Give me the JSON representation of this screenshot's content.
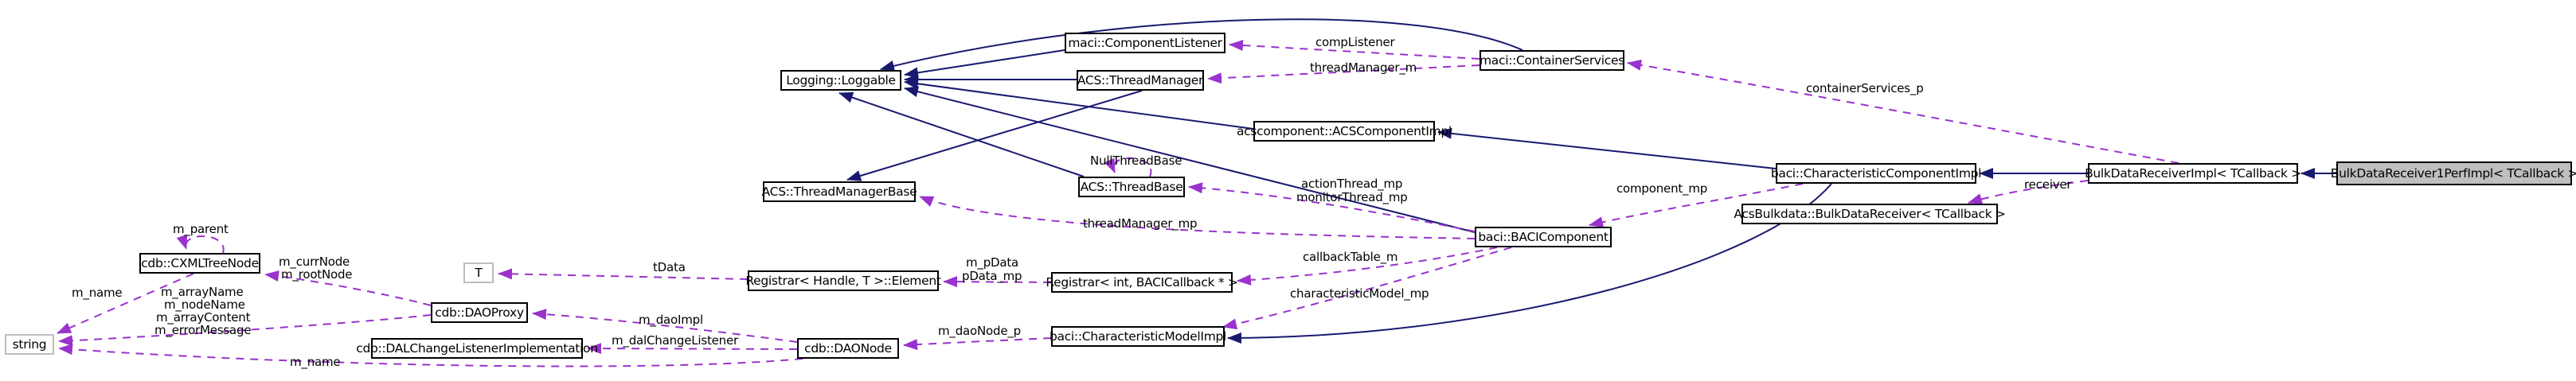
{
  "diagram": {
    "type": "collaboration-graph",
    "colors": {
      "inheritance_edge": "#191970",
      "usage_edge": "#9a32cd",
      "node_fill": "#ffffff",
      "node_border": "#000000",
      "focus_node_fill": "#bfbfbf",
      "template_node_border": "#bebebe",
      "background": "#ffffff"
    },
    "nodes": {
      "loggable": {
        "label": "Logging::Loggable"
      },
      "componentListener": {
        "label": "maci::ComponentListener"
      },
      "threadManager": {
        "label": "ACS::ThreadManager"
      },
      "containerServices": {
        "label": "maci::ContainerServices"
      },
      "acsComponentImpl": {
        "label": "acscomponent::ACSComponentImpl"
      },
      "threadManagerBase": {
        "label": "ACS::ThreadManagerBase"
      },
      "threadBase": {
        "label": "ACS::ThreadBase"
      },
      "charCompImpl": {
        "label": "baci::CharacteristicComponentImpl"
      },
      "bulkRecvImpl": {
        "label": "BulkDataReceiverImpl< TCallback >"
      },
      "bulkRecv1Perf": {
        "label": "BulkDataReceiver1PerfImpl< TCallback >"
      },
      "acsBulkdata": {
        "label": "AcsBulkdata::BulkDataReceiver< TCallback >"
      },
      "baciComponent": {
        "label": "baci::BACIComponent"
      },
      "cxmlTreeNode": {
        "label": "cdb::CXMLTreeNode"
      },
      "tParam": {
        "label": "T"
      },
      "regHandleElement": {
        "label": "Registrar< Handle, T >::Element"
      },
      "regIntCallback": {
        "label": "Registrar< int, BACICallback * >"
      },
      "daoProxy": {
        "label": "cdb::DAOProxy"
      },
      "charModelImpl": {
        "label": "baci::CharacteristicModelImpl"
      },
      "dalChangeImpl": {
        "label": "cdb::DALChangeListenerImplementation"
      },
      "daoNode": {
        "label": "cdb::DAONode"
      },
      "stringNode": {
        "label": "string"
      }
    },
    "edge_labels": {
      "compListener": "compListener",
      "threadManager_m": "threadManager_m",
      "containerServices_p": "containerServices_p",
      "NullThreadBase": "NullThreadBase",
      "actionThread_mp": "actionThread_mp",
      "monitorThread_mp": "monitorThread_mp",
      "component_mp": "component_mp",
      "receiver": "receiver",
      "threadManager_mp": "threadManager_mp",
      "callbackTable_m": "callbackTable_m",
      "characteristicModel_mp": "characteristicModel_mp",
      "m_pData": "m_pData",
      "pData_mp": "pData_mp",
      "tData": "tData",
      "m_daoImpl": "m_daoImpl",
      "m_dalChangeListener": "m_dalChangeListener",
      "m_daoNode_p": "m_daoNode_p",
      "m_parent": "m_parent",
      "m_currNode": "m_currNode",
      "m_rootNode": "m_rootNode",
      "m_name": "m_name",
      "m_arrayName": "m_arrayName",
      "m_nodeName": "m_nodeName",
      "m_arrayContent": "m_arrayContent",
      "m_errorMessage": "m_errorMessage"
    },
    "relations": [
      {
        "from": "BulkDataReceiver1PerfImpl< TCallback >",
        "to": "BulkDataReceiverImpl< TCallback >",
        "type": "inheritance"
      },
      {
        "from": "BulkDataReceiverImpl< TCallback >",
        "to": "baci::CharacteristicComponentImpl",
        "type": "inheritance"
      },
      {
        "from": "baci::CharacteristicComponentImpl",
        "to": "acscomponent::ACSComponentImpl",
        "type": "inheritance"
      },
      {
        "from": "baci::CharacteristicComponentImpl",
        "to": "baci::CharacteristicModelImpl",
        "type": "inheritance"
      },
      {
        "from": "acscomponent::ACSComponentImpl",
        "to": "Logging::Loggable",
        "type": "inheritance"
      },
      {
        "from": "maci::ComponentListener",
        "to": "Logging::Loggable",
        "type": "inheritance"
      },
      {
        "from": "ACS::ThreadManager",
        "to": "Logging::Loggable",
        "type": "inheritance"
      },
      {
        "from": "maci::ContainerServices",
        "to": "Logging::Loggable",
        "type": "inheritance"
      },
      {
        "from": "baci::BACIComponent",
        "to": "Logging::Loggable",
        "type": "inheritance"
      },
      {
        "from": "ACS::ThreadBase",
        "to": "Logging::Loggable",
        "type": "inheritance"
      },
      {
        "from": "ACS::ThreadManager",
        "to": "ACS::ThreadManagerBase",
        "type": "inheritance"
      },
      {
        "from": "maci::ContainerServices",
        "to": "maci::ComponentListener",
        "type": "usage",
        "label": "compListener"
      },
      {
        "from": "maci::ContainerServices",
        "to": "ACS::ThreadManager",
        "type": "usage",
        "label": "threadManager_m"
      },
      {
        "from": "BulkDataReceiverImpl< TCallback >",
        "to": "maci::ContainerServices",
        "type": "usage",
        "label": "containerServices_p"
      },
      {
        "from": "BulkDataReceiverImpl< TCallback >",
        "to": "AcsBulkdata::BulkDataReceiver< TCallback >",
        "type": "usage",
        "label": "receiver"
      },
      {
        "from": "baci::CharacteristicComponentImpl",
        "to": "baci::BACIComponent",
        "type": "usage",
        "label": "component_mp"
      },
      {
        "from": "baci::BACIComponent",
        "to": "ACS::ThreadBase",
        "type": "usage",
        "label": "actionThread_mp monitorThread_mp"
      },
      {
        "from": "baci::BACIComponent",
        "to": "ACS::ThreadManagerBase",
        "type": "usage",
        "label": "threadManager_mp"
      },
      {
        "from": "ACS::ThreadBase",
        "to": "ACS::ThreadBase",
        "type": "usage",
        "label": "NullThreadBase"
      },
      {
        "from": "baci::BACIComponent",
        "to": "Registrar< int, BACICallback * >",
        "type": "usage",
        "label": "callbackTable_m"
      },
      {
        "from": "baci::BACIComponent",
        "to": "baci::CharacteristicModelImpl",
        "type": "usage",
        "label": "characteristicModel_mp"
      },
      {
        "from": "Registrar< int, BACICallback * >",
        "to": "Registrar< Handle, T >::Element",
        "type": "usage",
        "label": "m_pData pData_mp"
      },
      {
        "from": "Registrar< Handle, T >::Element",
        "to": "T",
        "type": "usage",
        "label": "tData"
      },
      {
        "from": "baci::CharacteristicModelImpl",
        "to": "cdb::DAONode",
        "type": "usage",
        "label": "m_daoNode_p"
      },
      {
        "from": "cdb::DAONode",
        "to": "cdb::DAOProxy",
        "type": "usage",
        "label": "m_daoImpl"
      },
      {
        "from": "cdb::DAONode",
        "to": "cdb::DALChangeListenerImplementation",
        "type": "usage",
        "label": "m_dalChangeListener"
      },
      {
        "from": "cdb::DAONode",
        "to": "string",
        "type": "usage",
        "label": "m_name"
      },
      {
        "from": "cdb::CXMLTreeNode",
        "to": "cdb::CXMLTreeNode",
        "type": "usage",
        "label": "m_parent"
      },
      {
        "from": "cdb::CXMLTreeNode",
        "to": "string",
        "type": "usage",
        "label": "m_name"
      },
      {
        "from": "cdb::DAOProxy",
        "to": "cdb::CXMLTreeNode",
        "type": "usage",
        "label": "m_currNode m_rootNode"
      },
      {
        "from": "cdb::DAOProxy",
        "to": "string",
        "type": "usage",
        "label": "m_arrayName m_nodeName m_arrayContent m_errorMessage"
      }
    ]
  }
}
